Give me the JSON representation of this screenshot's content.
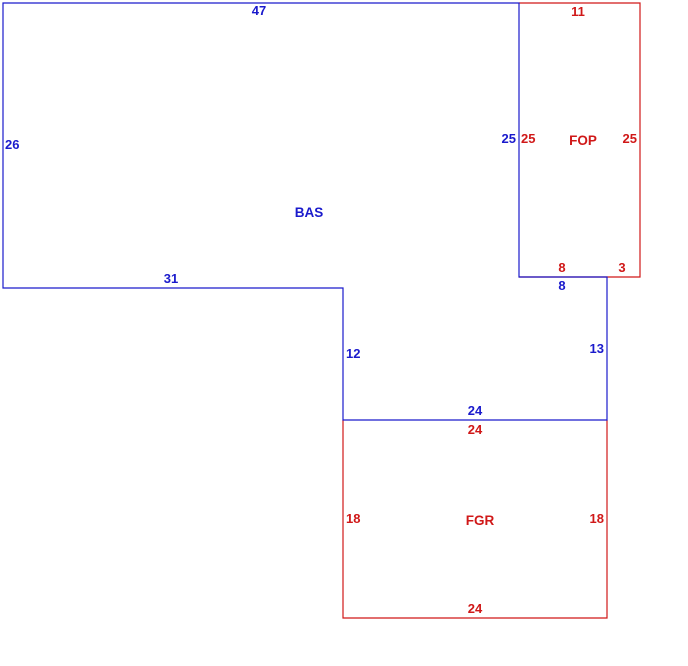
{
  "colors": {
    "living_area": "#1a1acc",
    "porch_garage": "#d01818",
    "background": "#ffffff"
  },
  "areas": {
    "bas": {
      "code": "BAS",
      "dims": {
        "top": "47",
        "left": "26",
        "bottom_left": "31",
        "step_down": "12",
        "bottom_mid": "24",
        "right_lower": "13",
        "notch_bottom": "8",
        "right_upper": "25"
      }
    },
    "fop": {
      "code": "FOP",
      "dims": {
        "top": "11",
        "left": "25",
        "right": "25",
        "bottom_left": "8",
        "bottom_right": "3"
      }
    },
    "fgr": {
      "code": "FGR",
      "dims": {
        "top": "24",
        "left": "18",
        "right": "18",
        "bottom": "24"
      }
    }
  }
}
